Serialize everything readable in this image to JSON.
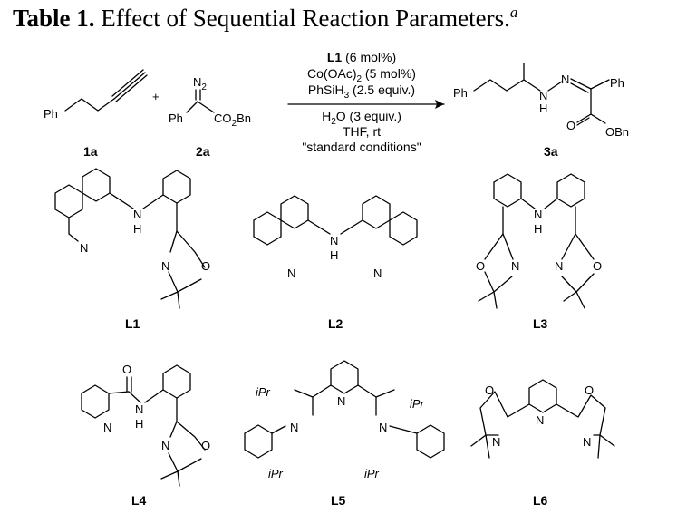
{
  "title": {
    "prefix": "Table 1.",
    "text": "Effect of Sequential Reaction Parameters.",
    "footnote_marker": "a"
  },
  "reaction": {
    "reactant1": {
      "id": "1a",
      "group": "Ph"
    },
    "plus": "+",
    "reactant2": {
      "id": "2a",
      "n2": "N",
      "n2_sub": "2",
      "ph": "Ph",
      "ester": "CO",
      "ester_sub": "2",
      "ester_end": "Bn"
    },
    "conditions": {
      "ligand_bold": "L1",
      "ligand_load": " (6 mol%)",
      "catalyst": "Co(OAc)",
      "catalyst_sub": "2",
      "catalyst_load": " (5 mol%)",
      "silane": "PhSiH",
      "silane_sub": "3",
      "silane_load": " (2.5 equiv.)",
      "water": "H",
      "water_sub": "2",
      "water_end": "O (3 equiv.)",
      "solvent": "THF, rt",
      "label": "\"standard conditions\""
    },
    "product": {
      "id": "3a",
      "ph_left": "Ph",
      "ph_right": "Ph",
      "n": "N",
      "h": "H",
      "o": "O",
      "obn": "OBn"
    }
  },
  "ligands": [
    {
      "id": "L1"
    },
    {
      "id": "L2"
    },
    {
      "id": "L3"
    },
    {
      "id": "L4"
    },
    {
      "id": "L5",
      "substituent": "iPr"
    },
    {
      "id": "L6"
    }
  ],
  "atoms": {
    "n": "N",
    "h": "H",
    "o": "O"
  }
}
